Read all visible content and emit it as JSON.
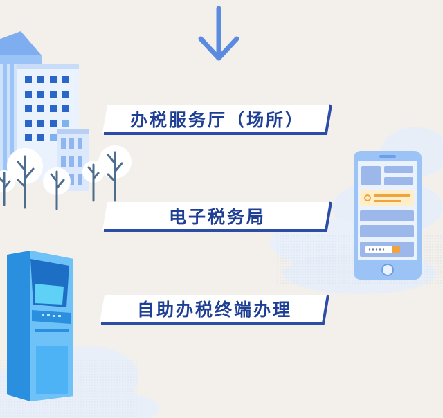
{
  "options": [
    {
      "label": "办税服务厅（场所）",
      "icon": "building-icon"
    },
    {
      "label": "电子税务局",
      "icon": "smartphone-icon"
    },
    {
      "label": "自助办税终端办理",
      "icon": "atm-kiosk-icon"
    }
  ],
  "colors": {
    "background": "#f3efea",
    "banner_text": "#1e3f94",
    "banner_border": "#2b4da8",
    "arrow": "#5b8be0"
  }
}
